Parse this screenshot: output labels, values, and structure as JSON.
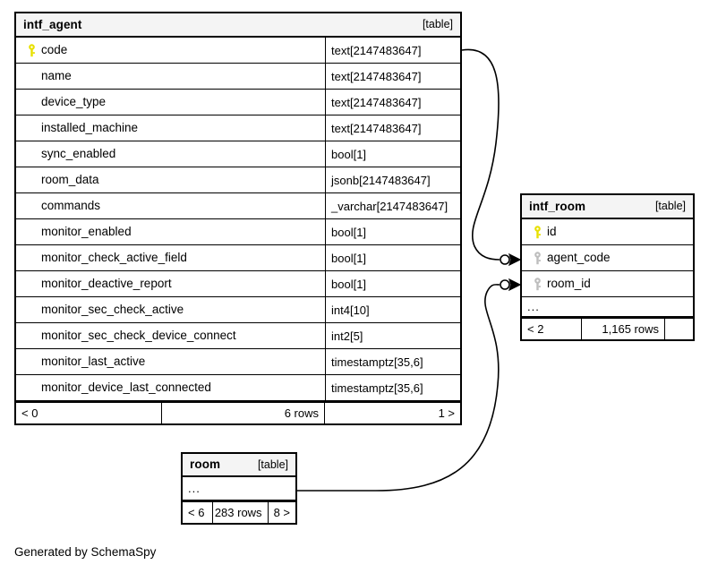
{
  "diagram": {
    "generated_by": "Generated by SchemaSpy",
    "colors": {
      "primary_key": "#e8e000",
      "foreign_key": "#bdbdbd",
      "header_background": "#f4f4f4",
      "border": "#000000",
      "canvas": "#ffffff"
    }
  },
  "tables": {
    "intf_agent": {
      "name": "intf_agent",
      "kind": "[table]",
      "columns": [
        {
          "key": "primary",
          "key_icon": "key-icon",
          "name": "code",
          "type": "text[2147483647]"
        },
        {
          "key": "none",
          "key_icon": "",
          "name": "name",
          "type": "text[2147483647]"
        },
        {
          "key": "none",
          "key_icon": "",
          "name": "device_type",
          "type": "text[2147483647]"
        },
        {
          "key": "none",
          "key_icon": "",
          "name": "installed_machine",
          "type": "text[2147483647]"
        },
        {
          "key": "none",
          "key_icon": "",
          "name": "sync_enabled",
          "type": "bool[1]"
        },
        {
          "key": "none",
          "key_icon": "",
          "name": "room_data",
          "type": "jsonb[2147483647]"
        },
        {
          "key": "none",
          "key_icon": "",
          "name": "commands",
          "type": "_varchar[2147483647]"
        },
        {
          "key": "none",
          "key_icon": "",
          "name": "monitor_enabled",
          "type": "bool[1]"
        },
        {
          "key": "none",
          "key_icon": "",
          "name": "monitor_check_active_field",
          "type": "bool[1]"
        },
        {
          "key": "none",
          "key_icon": "",
          "name": "monitor_deactive_report",
          "type": "bool[1]"
        },
        {
          "key": "none",
          "key_icon": "",
          "name": "monitor_sec_check_active",
          "type": "int4[10]"
        },
        {
          "key": "none",
          "key_icon": "",
          "name": "monitor_sec_check_device_connect",
          "type": "int2[5]"
        },
        {
          "key": "none",
          "key_icon": "",
          "name": "monitor_last_active",
          "type": "timestamptz[35,6]"
        },
        {
          "key": "none",
          "key_icon": "",
          "name": "monitor_device_last_connected",
          "type": "timestamptz[35,6]"
        }
      ],
      "footer": {
        "left": "< 0",
        "rows": "6 rows",
        "right": "1 >"
      }
    },
    "intf_room": {
      "name": "intf_room",
      "kind": "[table]",
      "columns": [
        {
          "key": "primary",
          "key_icon": "key-icon",
          "name": "id"
        },
        {
          "key": "foreign",
          "key_icon": "key-icon",
          "name": "agent_code"
        },
        {
          "key": "foreign",
          "key_icon": "key-icon",
          "name": "room_id"
        }
      ],
      "ellipsis": "...",
      "footer": {
        "left": "< 2",
        "rows": "1,165 rows",
        "right": ""
      }
    },
    "room": {
      "name": "room",
      "kind": "[table]",
      "ellipsis": "...",
      "footer": {
        "left": "< 6",
        "rows": "283 rows",
        "right": "8 >"
      }
    }
  },
  "relationships": [
    {
      "name": "intf_agent-code-to-intf_room-agent_code",
      "from": "intf_agent.code",
      "to": "intf_room.agent_code",
      "notation": "zero-or-many"
    },
    {
      "name": "room-to-intf_room-room_id",
      "from": "room",
      "to": "intf_room.room_id",
      "notation": "zero-or-many"
    }
  ]
}
